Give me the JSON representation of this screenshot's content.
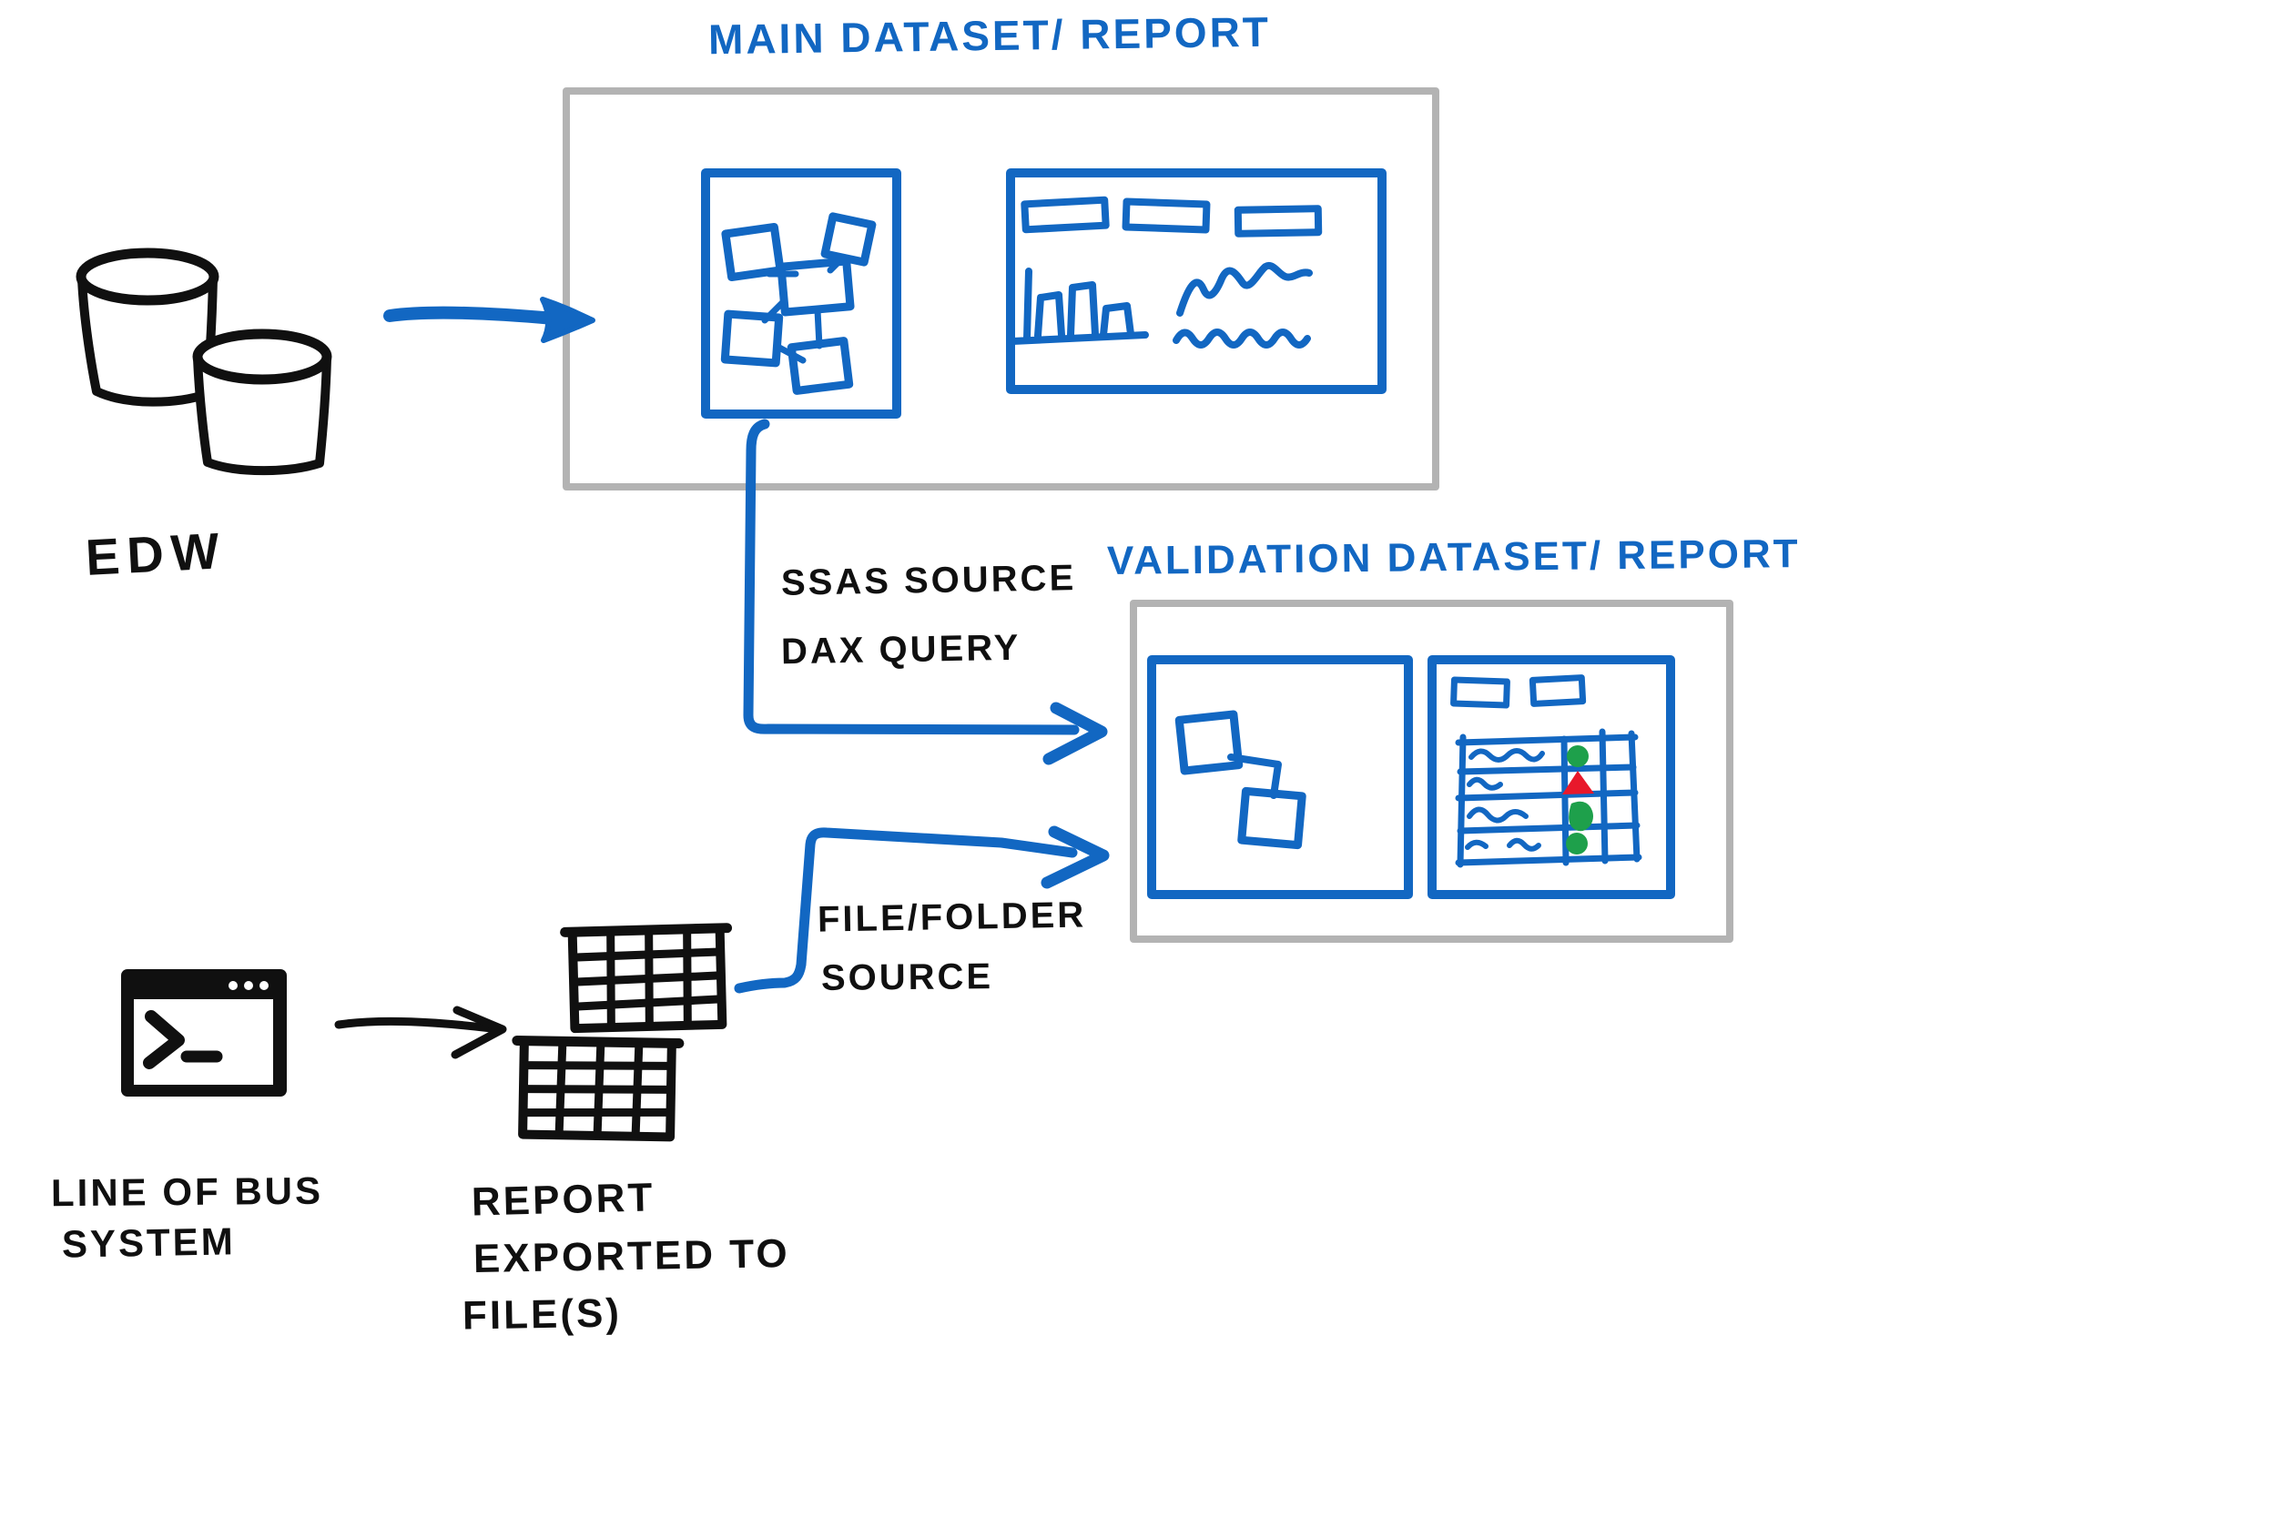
{
  "colors": {
    "ink_blue": "#1267c2",
    "ink_black": "#101010",
    "frame_gray": "#b3b3b3",
    "status_green": "#1ea04b",
    "status_red": "#e8182b"
  },
  "titles": {
    "main": "MAIN DATASET/ REPORT",
    "validation": "VALIDATION DATASET/ REPORT"
  },
  "labels": {
    "edw": "EDW",
    "ssas_line1": "SSAS SOURCE",
    "ssas_line2": "DAX QUERY",
    "file_line1": "FILE/FOLDER",
    "file_line2": "SOURCE",
    "lob_line1": "LINE OF BUS",
    "lob_line2": "SYSTEM",
    "export_line1": "REPORT",
    "export_line2": "EXPORTED TO",
    "export_line3": "FILE(S)"
  },
  "icons": {
    "edw_source": "database-cylinders",
    "line_of_business_source": "terminal-window",
    "exported_files": "data-grid-tables",
    "main_model_panel": "data-model-sketch",
    "main_report_panel": "report-with-charts-sketch",
    "validation_model_panel": "data-model-sketch",
    "validation_report_panel": "validation-table-sketch"
  },
  "validation_table": {
    "rows": 4,
    "statuses": [
      "pass",
      "fail",
      "pass",
      "pass"
    ]
  }
}
